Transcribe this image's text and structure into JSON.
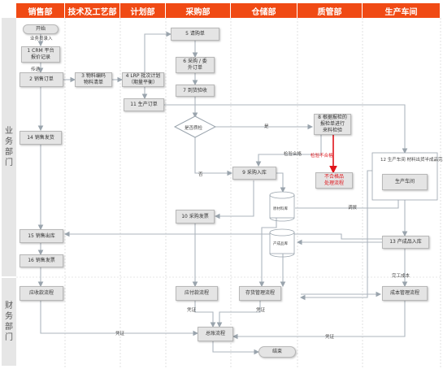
{
  "lanes": {
    "business": "业务部门",
    "finance": "财务部门"
  },
  "departments": [
    "销售部",
    "技术及工艺部",
    "计划部",
    "采购部",
    "仓储部",
    "质管部",
    "生产车间"
  ],
  "nodes": {
    "start": "开始",
    "n1": "1 CRM 平台\n报价记录",
    "n2": "2 销售订单",
    "n3": "3 物料编码\n物料清单",
    "n4": "4 LRP 批次计划\n（期量平衡）",
    "n5": "5 请购单",
    "n6": "6 采购 / 委\n外订单",
    "n7": "7 到货验收",
    "n11": "11 生产订单",
    "check": "是否质检",
    "n8": "8 根据报检的\n报检单进行\n来料检验",
    "reject": "不合格品\n处理流程",
    "n12": "12 生产车间\n材料出货半成品完工",
    "workshop": "生产车间",
    "n9": "9 采购入库",
    "n10": "10 采购发票",
    "n14": "14 销售发货",
    "n15": "15 销售出库",
    "n16": "16 销售发票",
    "n13": "13 产成品入库",
    "db1": "原材料库",
    "db2": "产成品库",
    "ar": "应收款流程",
    "ap": "应付款流程",
    "inv": "存货管理流程",
    "cost": "成本管理流程",
    "gl": "总账流程",
    "end": "结束"
  },
  "labels": {
    "client": "业务员录入",
    "transfer": "传递",
    "yes": "是",
    "no": "否",
    "qc_pass": "检验合格",
    "qc_fail": "检验不合格",
    "transfer_out": "调拨",
    "finish_cost": "完工成本",
    "voucher": "凭证"
  },
  "colors": {
    "header": "#f04a14",
    "node": "#e4e4e4",
    "line": "#aeb6be",
    "red": "#e0141a",
    "lane": "#e6e6e6"
  }
}
